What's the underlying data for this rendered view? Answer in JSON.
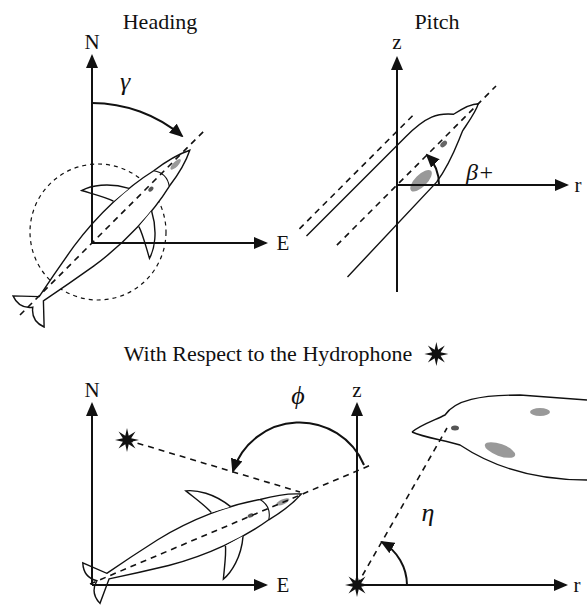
{
  "diagram": {
    "labels": [
      "Heading",
      "Pitch",
      "N",
      "γ",
      "E",
      "z",
      "β+",
      "r",
      "With Respect to the Hydrophone",
      "N",
      "ϕ",
      "E",
      "z",
      "r",
      "η"
    ]
  }
}
